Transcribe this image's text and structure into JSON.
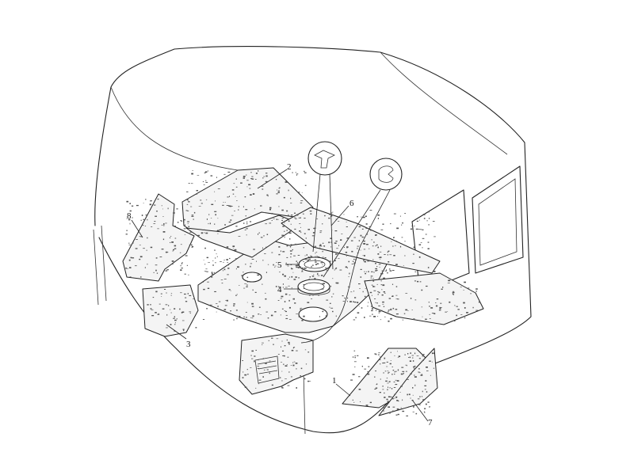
{
  "diagram": {
    "type": "exploded assembly illustration",
    "callouts": [
      {
        "id": "c1",
        "label": "1"
      },
      {
        "id": "c2",
        "label": "2"
      },
      {
        "id": "c3",
        "label": "3"
      },
      {
        "id": "c4",
        "label": "4"
      },
      {
        "id": "c5",
        "label": "5"
      },
      {
        "id": "c6",
        "label": "6"
      },
      {
        "id": "c7",
        "label": "7"
      },
      {
        "id": "c8",
        "label": "8"
      }
    ],
    "detail_views": [
      {
        "id": "detail-top",
        "icon": "mat-profile-icon"
      },
      {
        "id": "detail-right",
        "icon": "seal-profile-icon"
      }
    ],
    "line_color": "#222222",
    "background": "#ffffff"
  }
}
